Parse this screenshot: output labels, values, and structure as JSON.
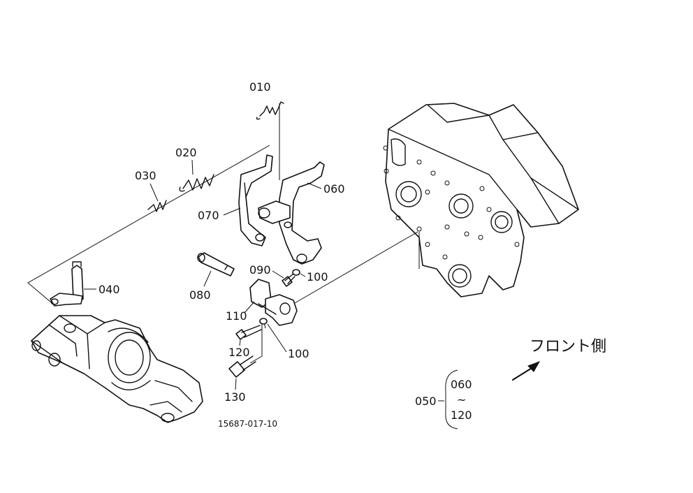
{
  "labels": {
    "p010": "010",
    "p020": "020",
    "p030": "030",
    "p040": "040",
    "p060": "060",
    "p070": "070",
    "p080": "080",
    "p090": "090",
    "p100a": "100",
    "p100b": "100",
    "p110": "110",
    "p120": "120",
    "p130": "130"
  },
  "assembly": {
    "parent": "050",
    "range_start": "060",
    "range_sep": "~",
    "range_end": "120"
  },
  "direction_note": "フロント側",
  "drawing_number": "15687-017-10"
}
